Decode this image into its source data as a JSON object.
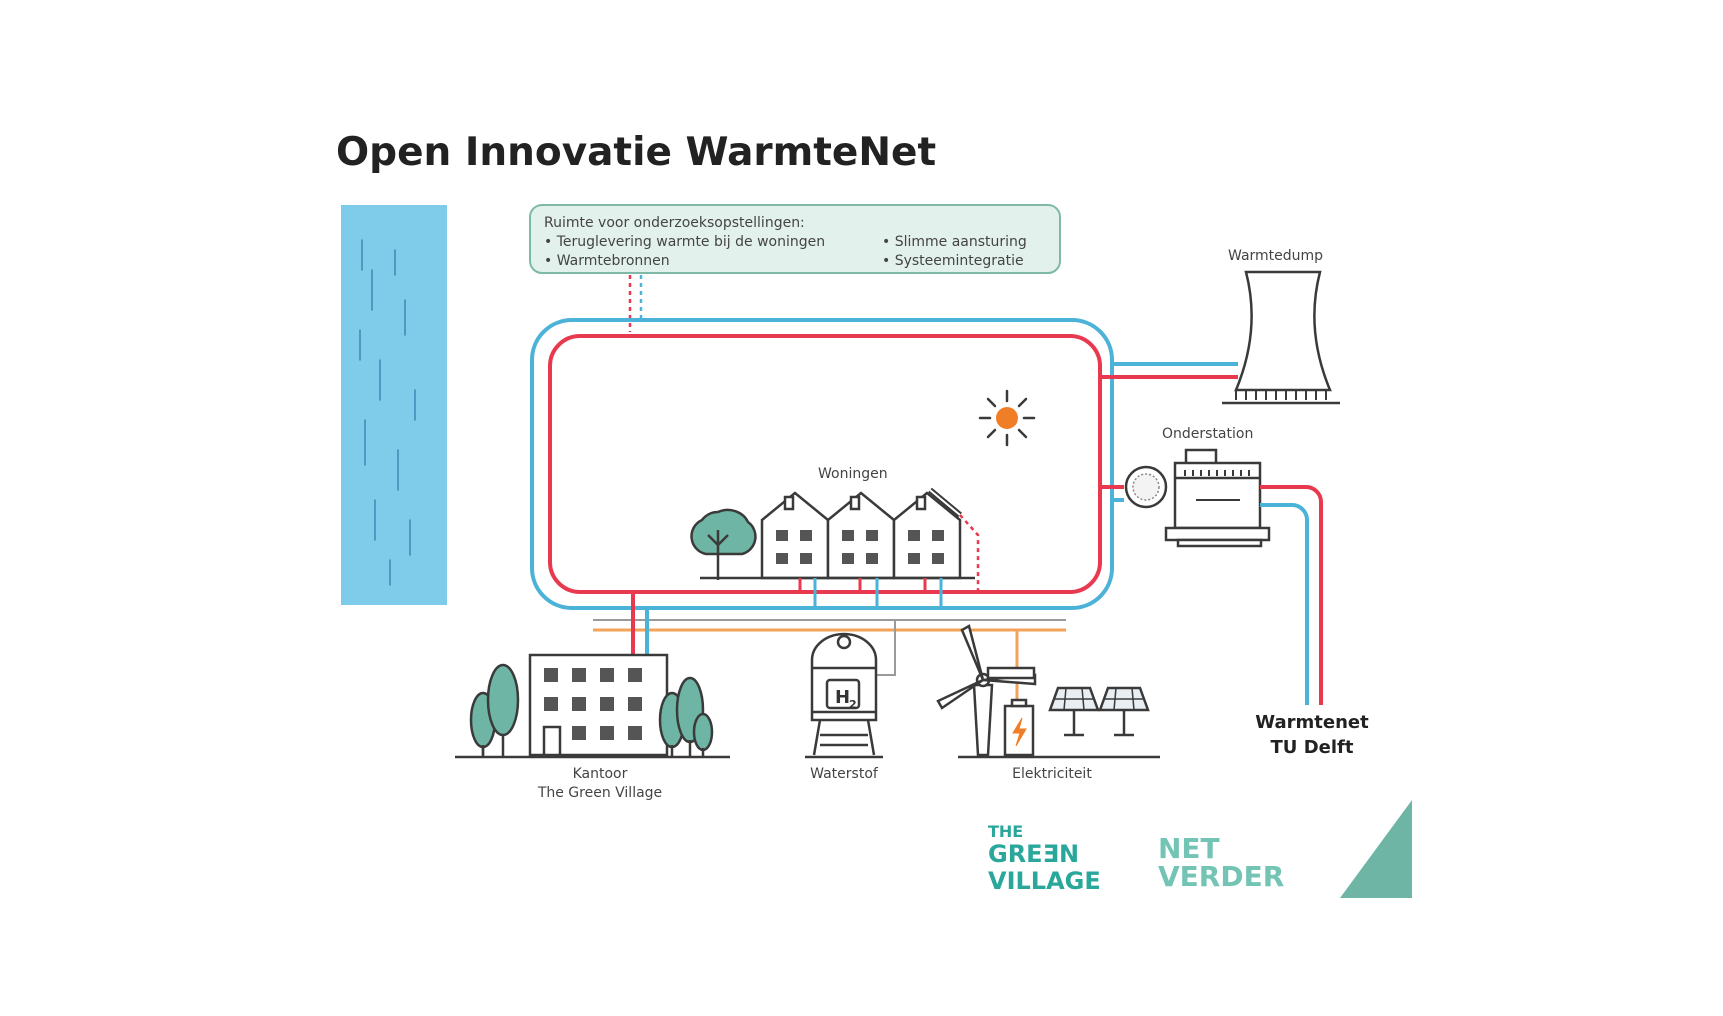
{
  "title": "Open Innovatie WarmteNet",
  "research_box": {
    "heading": "Ruimte voor onderzoeksopstellingen:",
    "bullets_left": [
      "• Teruglevering warmte bij de woningen",
      "• Warmtebronnen"
    ],
    "bullets_right": [
      "• Slimme aansturing",
      "• Systeemintegratie"
    ]
  },
  "labels": {
    "warmtedump": "Warmtedump",
    "onderstation": "Onderstation",
    "woningen": "Woningen",
    "kantoor_line1": "Kantoor",
    "kantoor_line2": "The Green Village",
    "waterstof": "Waterstof",
    "h2": "H",
    "h2_sub": "2",
    "elektriciteit": "Elektriciteit",
    "tu_line1": "Warmtenet",
    "tu_line2": "TU Delft"
  },
  "logos": {
    "green_village_line1": "THE",
    "green_village_line2": "GREƎN",
    "green_village_line3": "VILLAGE",
    "netverder_line1": "NET",
    "netverder_line2": "VERDER"
  },
  "colors": {
    "hot_pipe": "#e8394e",
    "cold_pipe": "#4bb2d8",
    "water": "#7fcbea",
    "outline": "#3a3a3a",
    "teal": "#6fb5a5",
    "brand_teal": "#2aa79b",
    "sun": "#f07e26",
    "electric": "#f3a25a",
    "box_fill": "#e3f1ec",
    "box_stroke": "#7eb8a6"
  }
}
